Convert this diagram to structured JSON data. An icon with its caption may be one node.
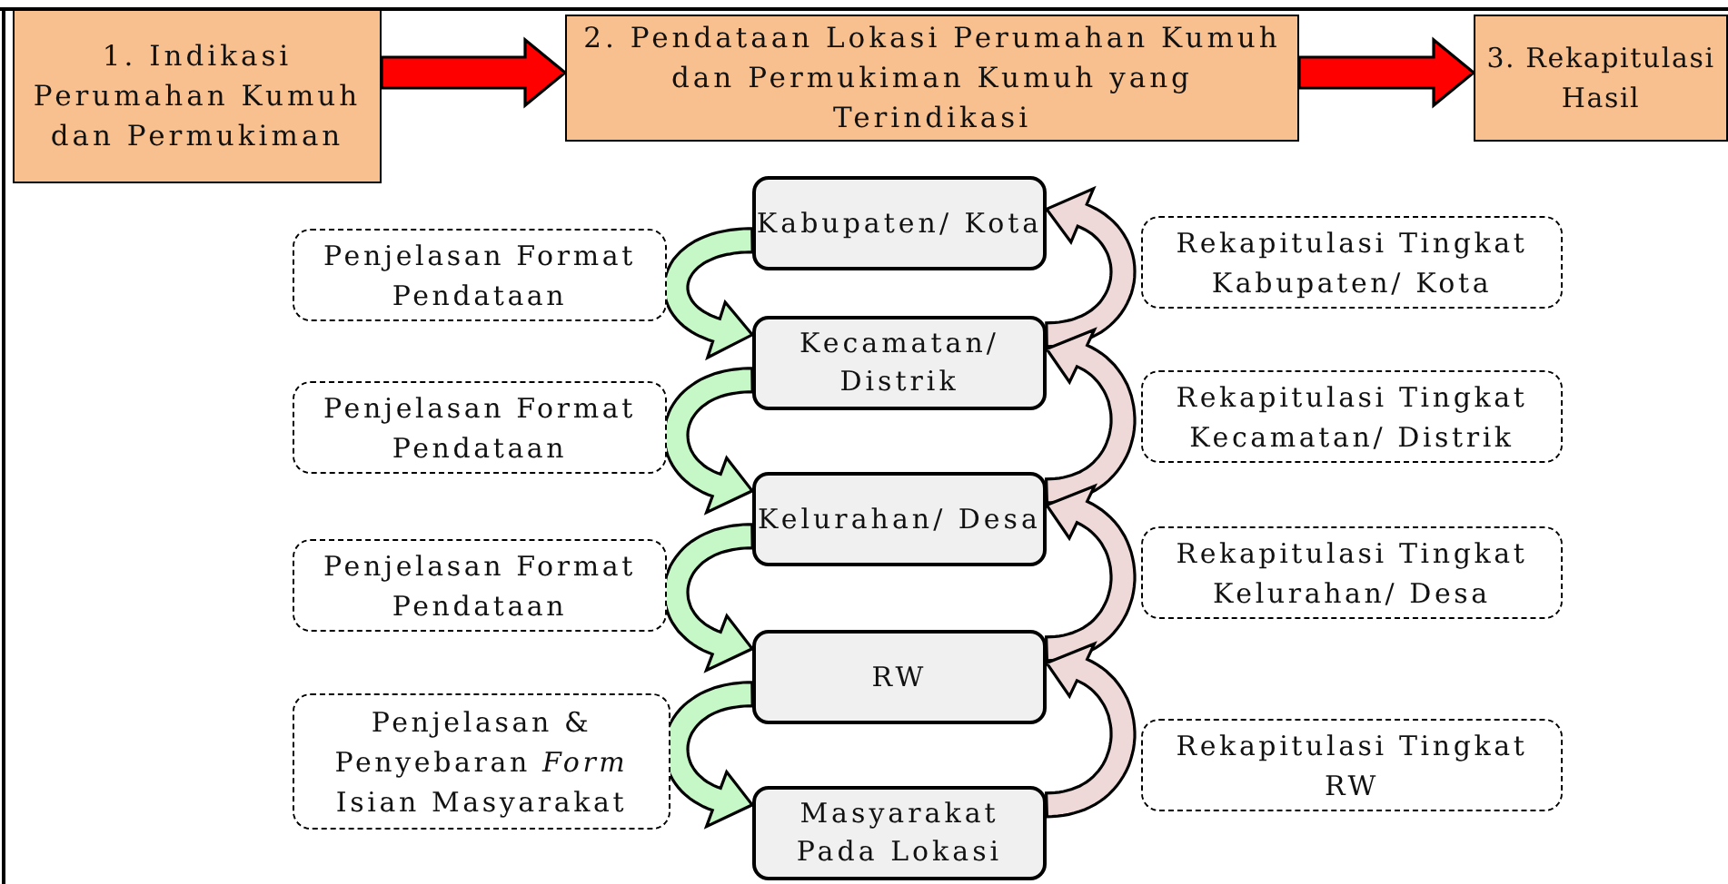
{
  "diagram": {
    "nodes": [
      {
        "text": [
          "1. Indikasi Perumahan Kumuh dan Permukiman"
        ]
      },
      {
        "text": [
          "2. Pendataan Lokasi Perumahan Kumuh dan Permukiman Kumuh yang Terindikasi"
        ]
      },
      {
        "text": [
          "3. Rekapitulasi Hasil"
        ]
      },
      {
        "text": [
          "Kabupaten/ Kota"
        ]
      },
      {
        "text": [
          "Kecamatan/ Distrik"
        ]
      },
      {
        "text": [
          "Kelurahan/ Desa"
        ]
      },
      {
        "text": [
          "RW"
        ]
      },
      {
        "text": [
          "Masyarakat Pada Lokasi"
        ]
      },
      {
        "text": [
          "Penjelasan Format Pendataan"
        ]
      },
      {
        "text": [
          "Penjelasan Format Pendataan"
        ]
      },
      {
        "text": [
          "Penjelasan Format Pendataan"
        ]
      },
      {
        "text": [
          "Penjelasan & Penyebaran *Form* Isian Masyarakat"
        ]
      },
      {
        "text": [
          "Rekapitulasi Tingkat Kabupaten/ Kota"
        ]
      },
      {
        "text": [
          "Rekapitulasi Tingkat Kecamatan/ Distrik"
        ]
      },
      {
        "text": [
          "Rekapitulasi Tingkat Kelurahan/ Desa"
        ]
      },
      {
        "text": [
          "Rekapitulasi Tingkat RW"
        ]
      }
    ],
    "edges": [
      {
        "from": 0,
        "to": 1,
        "arrow": "to",
        "style": "thick",
        "color": "#ff0000"
      },
      {
        "from": 1,
        "to": 2,
        "arrow": "to",
        "style": "thick",
        "color": "#ff0000"
      },
      {
        "from": 3,
        "to": 4,
        "arrow": "to",
        "color": "#c6f7c6"
      },
      {
        "from": 4,
        "to": 5,
        "arrow": "to",
        "color": "#c6f7c6"
      },
      {
        "from": 5,
        "to": 6,
        "arrow": "to",
        "color": "#c6f7c6"
      },
      {
        "from": 6,
        "to": 7,
        "arrow": "to",
        "color": "#c6f7c6"
      },
      {
        "from": 4,
        "to": 3,
        "arrow": "to",
        "color": "#efd8d8"
      },
      {
        "from": 5,
        "to": 4,
        "arrow": "to",
        "color": "#efd8d8"
      },
      {
        "from": 6,
        "to": 5,
        "arrow": "to",
        "color": "#efd8d8"
      },
      {
        "from": 7,
        "to": 6,
        "arrow": "to",
        "color": "#efd8d8"
      }
    ]
  }
}
